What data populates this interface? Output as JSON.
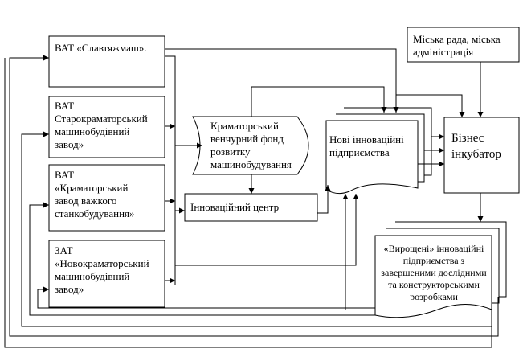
{
  "nodes": {
    "slavtyazhmash": "ВАТ «Славтяжмаш».",
    "skmz": [
      "ВАТ",
      "Старокраматорський",
      "машинобудівний",
      "завод»"
    ],
    "kzvs": [
      "ВАТ",
      "«Краматорський",
      "завод важкого",
      "станкобудування»"
    ],
    "nkmz": [
      "ЗАТ",
      "«Новокраматорський",
      "машинобудівний",
      "завод»"
    ],
    "fund": [
      "Краматорський",
      "венчурний фонд",
      "розвитку",
      "машинобудування"
    ],
    "innovation_center": "Інноваційний центр",
    "new_enterprises": [
      "Нові інноваційні",
      "підприємства"
    ],
    "city_council": [
      "Міська рада, міська",
      "адміністрація"
    ],
    "incubator": [
      "Бізнес",
      "інкубатор"
    ],
    "grown": [
      "«Вирощені» інноваційні",
      "підприємства з",
      "завершеними дослідними",
      "та конструкторськими",
      "розробками"
    ]
  }
}
